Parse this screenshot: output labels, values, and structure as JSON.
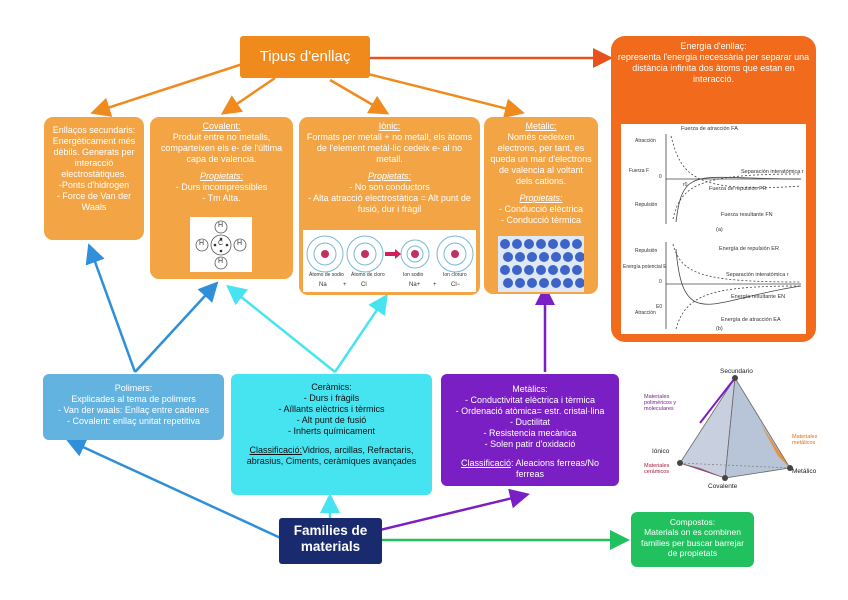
{
  "title": "Tipus d'enllaç",
  "energy": {
    "heading": "Energia d'enllaç:",
    "text": "representa l'energia necessària per separar una distància infinita dos àtoms que estan en interacció.",
    "plot_labels": [
      "Fuerza de atracción FA",
      "Separación interatómica r",
      "Fuerza de repulsión FR",
      "Fuerza resultante FN",
      "Energía de repulsión ER",
      "Separación interatómica r",
      "Energía resultante EN",
      "Energía de atracción EA",
      "(a)",
      "(b)",
      "Atracción",
      "Repulsión",
      "Fuerza F",
      "Energía potencial E",
      "Repulsión",
      "Atracción",
      "r0",
      "E0",
      "0",
      "0"
    ]
  },
  "secondary": {
    "title": "Enllaços secundaris:",
    "body": "Energèticament més dèbils. Generats per interacció electrostàtiques.",
    "items": [
      "-Ponts d'hidrogen",
      "- Force de Van der Waals"
    ]
  },
  "covalent": {
    "title": "Covalent:",
    "body": "Produit entre no metalls, comparteixen els e- de l'última capa de valencia.",
    "props_title": "Propietats:",
    "props": [
      "- Durs incompressibles",
      "- Tm Alta."
    ],
    "img_labels": [
      "H",
      "H",
      "H",
      "H",
      "C"
    ]
  },
  "ionic": {
    "title": "Iònic:",
    "body": "Formats per metall + no metall, els àtoms de l'element metàl·lic cedeix e- al no metall.",
    "props_title": "Propietats:",
    "props": [
      "- No son conductors",
      "- Alta atracció electrostàtica = Alt punt de fusió, dur i fràgil"
    ],
    "img_labels": [
      "Átomo de sodio",
      "Átomo de cloro",
      "Ion sodio",
      "Ion cloruro",
      "Na",
      "+",
      "Cl",
      "Na+",
      "+",
      "Cl−"
    ]
  },
  "metallic_bond": {
    "title": "Metàlic:",
    "body": "Només cedeixen electrons, per tant, es queda un mar d'electrons de valencia al voltant dels cations.",
    "props_title": "Propietats:",
    "props": [
      "- Conducció elèctrica",
      "- Conducció tèrmica"
    ]
  },
  "polymers": {
    "title": "Polimers:",
    "lines": [
      "Explicades al tema de polimers",
      "- Van der waals: Enllaç entre cadenes",
      "- Covalent: enllaç unitat repetitiva"
    ]
  },
  "ceramics": {
    "title": "Ceràmics:",
    "items": [
      "- Durs i fràgils",
      "- Aïllants elèctrics i tèrmics",
      "- Alt punt de fusió",
      "- Inherts químicament"
    ],
    "class_label": "Classificació:",
    "class_text": "Vidrios, arcillas, Refractaris, abrasius, Ciments, ceràmiques avançades"
  },
  "metals": {
    "title": "Metàlics:",
    "items": [
      "- Conductivitat elèctrica i tèrmica",
      "- Ordenació atòmica= estr. cristal·lina",
      "- Ductilitat",
      "- Resistencia mecànica",
      "- Solen patir d'oxidació"
    ],
    "class_label": "Classificació",
    "class_text": ": Aleacions ferreas/No ferreas"
  },
  "families": "Families de materials",
  "composites": {
    "title": "Compostos:",
    "text": "Materials on es combinen families per buscar barrejar de propietats"
  },
  "tetra": {
    "top": "Secundario",
    "polymers": "Materiales poliméricos y moleculares",
    "ionic": "Iónico",
    "ceramics": "Materiales cerámicos",
    "covalent": "Covalente",
    "metallic_mat": "Materiales metálicos",
    "metallic": "Metálico"
  },
  "colors": {
    "orange": "#f3a545",
    "title_orange": "#f08a1d",
    "energy_orange": "#f26a1b",
    "blue": "#62b3e0",
    "cyan": "#46e3f0",
    "purple": "#7a1fc4",
    "navy": "#1a2a6e",
    "green": "#21c160"
  }
}
